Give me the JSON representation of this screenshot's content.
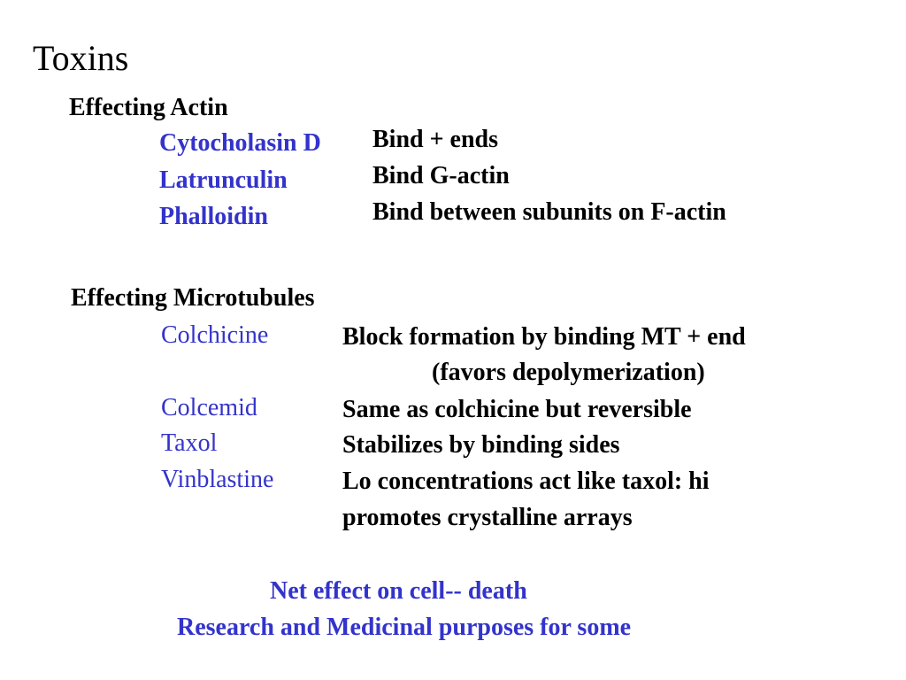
{
  "title": "Toxins",
  "actin": {
    "heading": "Effecting Actin",
    "toxins": [
      "Cytocholasin D",
      "Latrunculin",
      "Phalloidin"
    ],
    "effects": [
      "Bind + ends",
      "Bind G-actin",
      "Bind between subunits on F-actin"
    ]
  },
  "microtubules": {
    "heading": "Effecting Microtubules",
    "toxins": [
      "Colchicine",
      "Colcemid",
      "Taxol",
      "Vinblastine"
    ],
    "effects": [
      "Block formation by binding MT + end",
      "(favors depolymerization)",
      "Same as colchicine but reversible",
      "Stabilizes by binding sides",
      "Lo concentrations act like taxol: hi",
      "promotes crystalline arrays"
    ]
  },
  "footer": {
    "line1": "Net effect on cell-- death",
    "line2": "Research and Medicinal purposes for some"
  },
  "colors": {
    "accent": "#3333cc",
    "text": "#000000",
    "background": "#ffffff"
  }
}
